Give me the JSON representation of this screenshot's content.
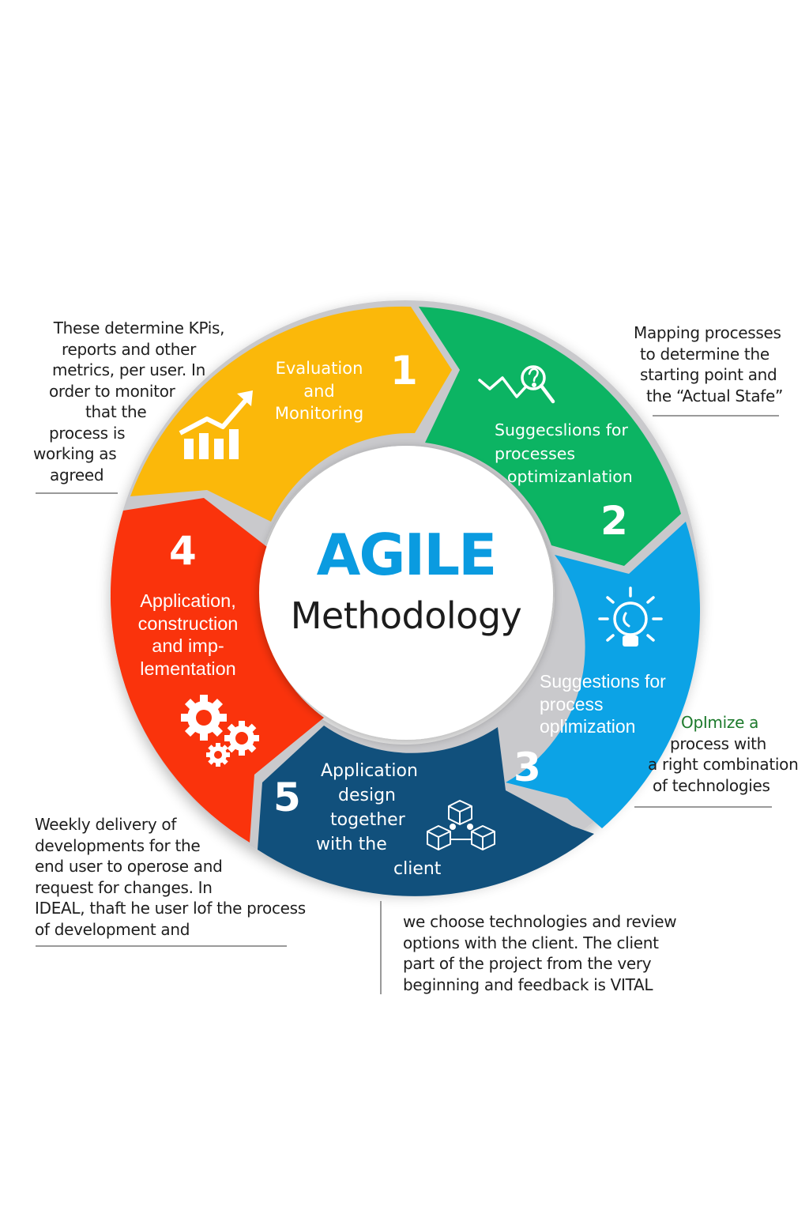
{
  "center": {
    "title": "AGILE",
    "subtitle": "Methodology",
    "title_color": "#0a9be0"
  },
  "segments": [
    {
      "number": "1",
      "label_lines": [
        "Evaluation",
        "and",
        "Monitoring"
      ],
      "icon": "growth-chart-icon",
      "color": "#fbb80a"
    },
    {
      "number": "2",
      "label_lines": [
        "Suggecslions for",
        "processes",
        "optimizanlation"
      ],
      "icon": "magnifier-question-icon",
      "color": "#0cb463"
    },
    {
      "number": "3",
      "label_lines": [
        "Suggestions for",
        "process",
        "oplimization"
      ],
      "icon": "lightbulb-icon",
      "color": "#0ca3e6"
    },
    {
      "number": "4",
      "label_lines": [
        "Application,",
        "construction",
        "and imp-",
        "lementation"
      ],
      "icon": "gears-icon",
      "color": "#fa330c"
    },
    {
      "number": "5",
      "label_lines": [
        "Application",
        "design",
        "together",
        "with the",
        "client"
      ],
      "icon": "connected-cubes-icon",
      "color": "#11507c"
    }
  ],
  "notes": {
    "top_left": {
      "lines": [
        "These determine KPis,",
        "reports and other",
        "metrics, per user. In",
        "order to monitor",
        "that the",
        "process is",
        "working as",
        "agreed"
      ]
    },
    "top_right": {
      "lines": [
        "Mapping processes",
        "to determine the",
        "starting point and",
        "the “Actual Stafe”"
      ]
    },
    "right": {
      "highlight": "OpImize a",
      "highlight_color": "#1d7a2c",
      "lines": [
        "process with",
        "a right combination",
        "of technologies"
      ]
    },
    "bottom_left": {
      "lines": [
        "Weekly delivery of",
        "developments for the",
        "end user to operose and",
        "request for changes. In",
        "IDEAL, thaft he user lof the process",
        "of development and"
      ]
    },
    "bottom_center": {
      "lines": [
        "we choose technologies and review",
        "options with the client. The client",
        "part of the project from the very",
        "beginning and feedback is VITAL"
      ]
    }
  },
  "colors": {
    "separator": "#c9c9cc",
    "background": "#ffffff"
  }
}
